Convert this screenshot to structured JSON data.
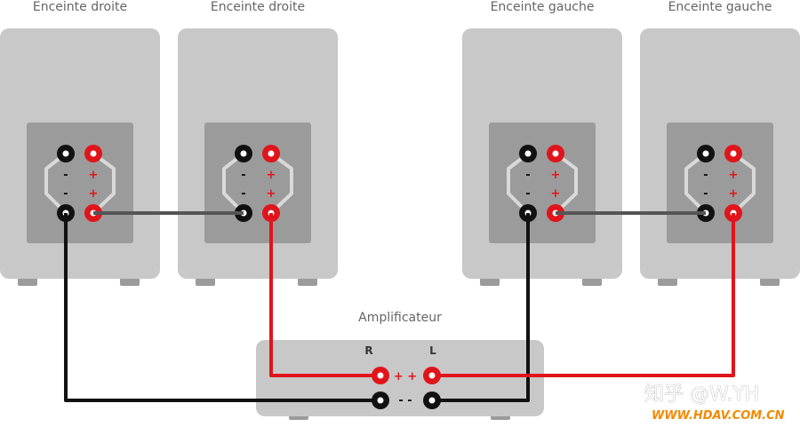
{
  "speakers": [
    {
      "label": "Enceinte droite"
    },
    {
      "label": "Enceinte droite"
    },
    {
      "label": "Enceinte gauche"
    },
    {
      "label": "Enceinte gauche"
    }
  ],
  "terminal_signs": {
    "minus": "-",
    "plus": "+"
  },
  "amplifier": {
    "label": "Amplificateur",
    "channel_right": "R",
    "channel_left": "L",
    "plus_signs": "+ +",
    "minus_signs": "- -"
  },
  "watermark": {
    "line1": "知乎 @W.YH",
    "line2": "WWW.HDAV.COM.CN"
  },
  "colors": {
    "speaker_body": "#c8c8c8",
    "speaker_panel": "#9b9b9b",
    "wire_black": "#111111",
    "wire_red": "#e0141b",
    "jumper": "#d9d9d9",
    "bridge_wire": "#555555",
    "watermark_orange": "#f28a00"
  }
}
